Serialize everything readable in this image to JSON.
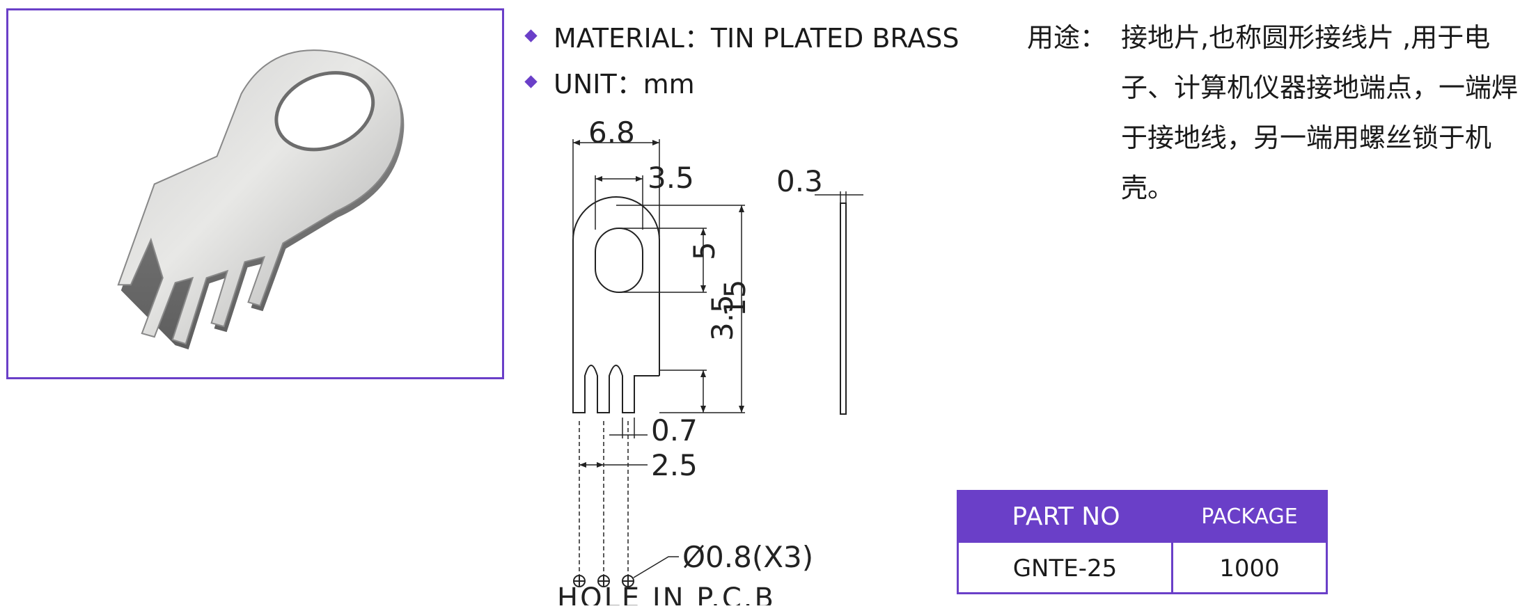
{
  "specs": {
    "material": "MATERIAL：TIN PLATED BRASS",
    "unit": "UNIT：mm"
  },
  "usage": {
    "label": "用途：",
    "text": "接地片,也称圆形接线片 ,用于电子、计算机仪器接地端点，一端焊于接地线，另一端用螺丝锁于机壳。"
  },
  "drawing": {
    "width_total": "6.8",
    "hole_width": "3.5",
    "thickness": "0.3",
    "hole_height": "5",
    "body_height": "15",
    "slot_depth": "3.5",
    "pin_width": "0.7",
    "pin_pitch": "2.5",
    "hole_dia": "Ø0.8(X3)",
    "pcb_label": "HOLE  IN  P.C.B"
  },
  "table": {
    "col1_header": "PART NO",
    "col2_header": "PACKAGE",
    "part_no": "GNTE-25",
    "package": "1000"
  },
  "colors": {
    "accent": "#6a3fc8"
  }
}
